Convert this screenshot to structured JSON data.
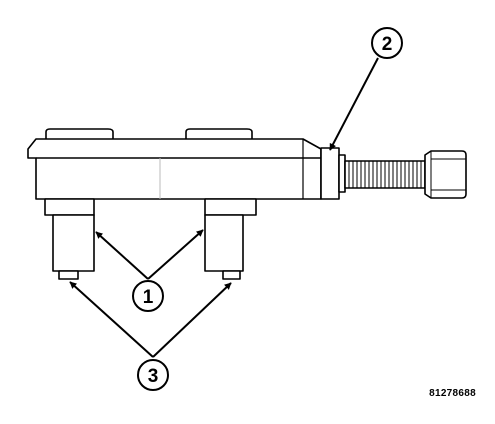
{
  "figure": {
    "callouts": [
      {
        "id": "callout-1",
        "label": "1"
      },
      {
        "id": "callout-2",
        "label": "2"
      },
      {
        "id": "callout-3",
        "label": "3"
      }
    ],
    "figure_id": "81278688"
  },
  "colors": {
    "line": "#000000",
    "fill": "#ffffff",
    "hidden_line": "#bbbbbb"
  }
}
